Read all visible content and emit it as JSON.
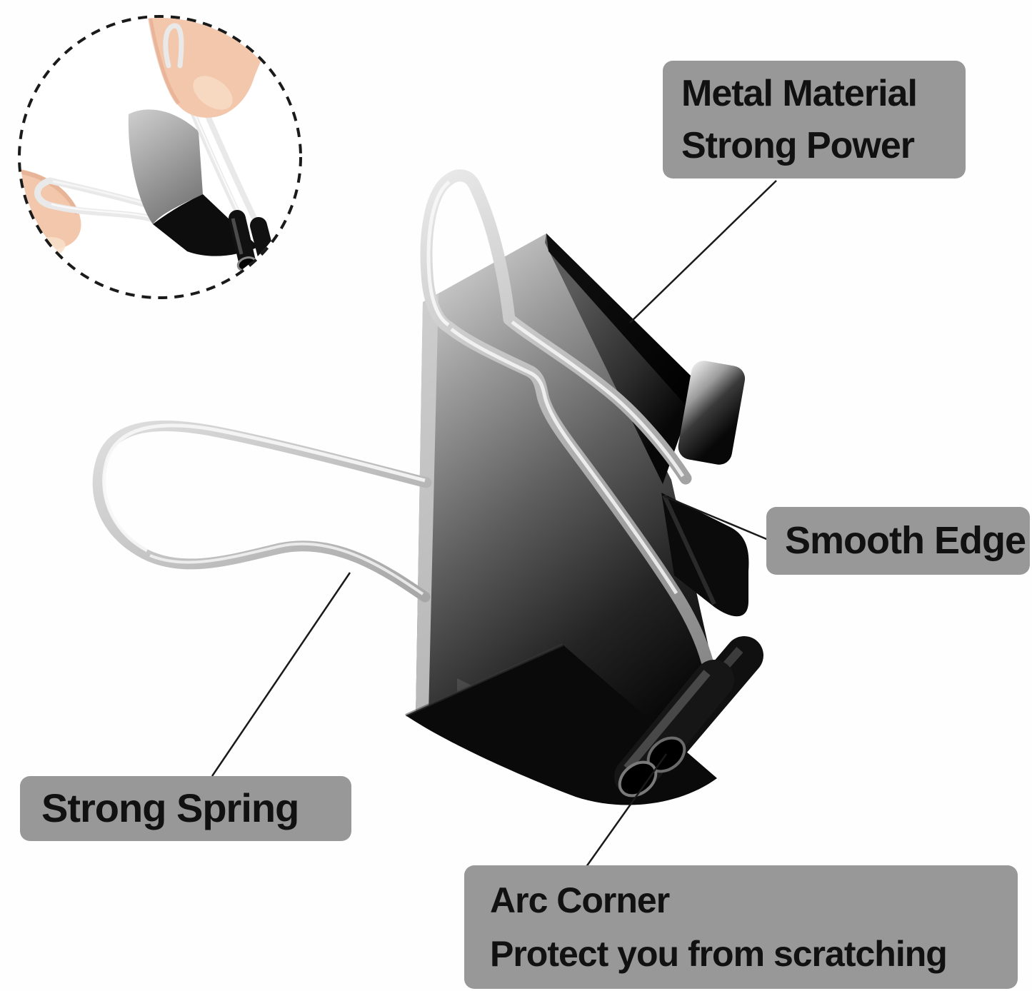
{
  "annotations": {
    "metal_material": {
      "line1": "Metal Material",
      "line2": "Strong Power"
    },
    "smooth_edge": {
      "label": "Smooth Edge"
    },
    "strong_spring": {
      "label": "Strong Spring"
    },
    "arc_corner": {
      "line1": "Arc Corner",
      "line2": "Protect you from scratching"
    }
  },
  "colors": {
    "label_background": "#989898",
    "label_text": "#111111",
    "annotation_line": "#1a1a1a",
    "clip_body_black": "#0a0a0a",
    "wire_silver": "#c9c9c9",
    "skin_tone": "#f3c7ab",
    "background": "#fefefe"
  },
  "icons": {
    "main_illustration": "black-binder-clip-photo",
    "inset_illustration": "fingers-pinching-binder-clip"
  }
}
